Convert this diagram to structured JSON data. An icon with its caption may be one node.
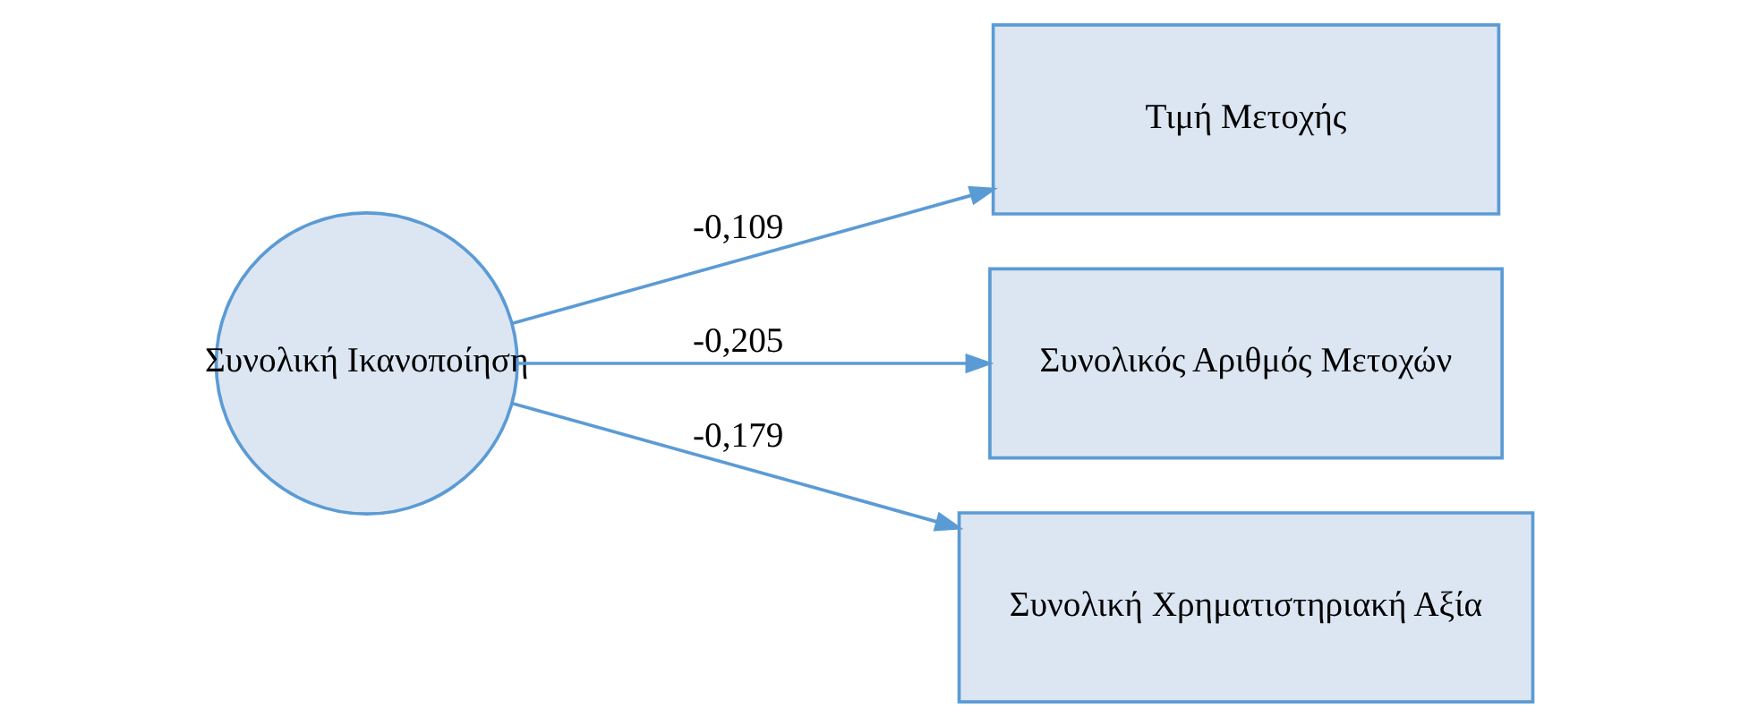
{
  "diagram": {
    "nodes": [
      {
        "text": [
          "Συνολική Ικανοποίηση"
        ]
      },
      {
        "text": [
          "Τιμή Μετοχής"
        ]
      },
      {
        "text": [
          "Συνολικός Αριθμός Μετοχών"
        ]
      },
      {
        "text": [
          "Συνολική Χρηματιστηριακή Αξία"
        ]
      }
    ],
    "edges": [
      {
        "from": 0,
        "to": 1,
        "arrow": "to",
        "label": "-0,109"
      },
      {
        "from": 0,
        "to": 2,
        "arrow": "to",
        "label": "-0,205"
      },
      {
        "from": 0,
        "to": 3,
        "arrow": "to",
        "label": "-0,179"
      }
    ]
  }
}
